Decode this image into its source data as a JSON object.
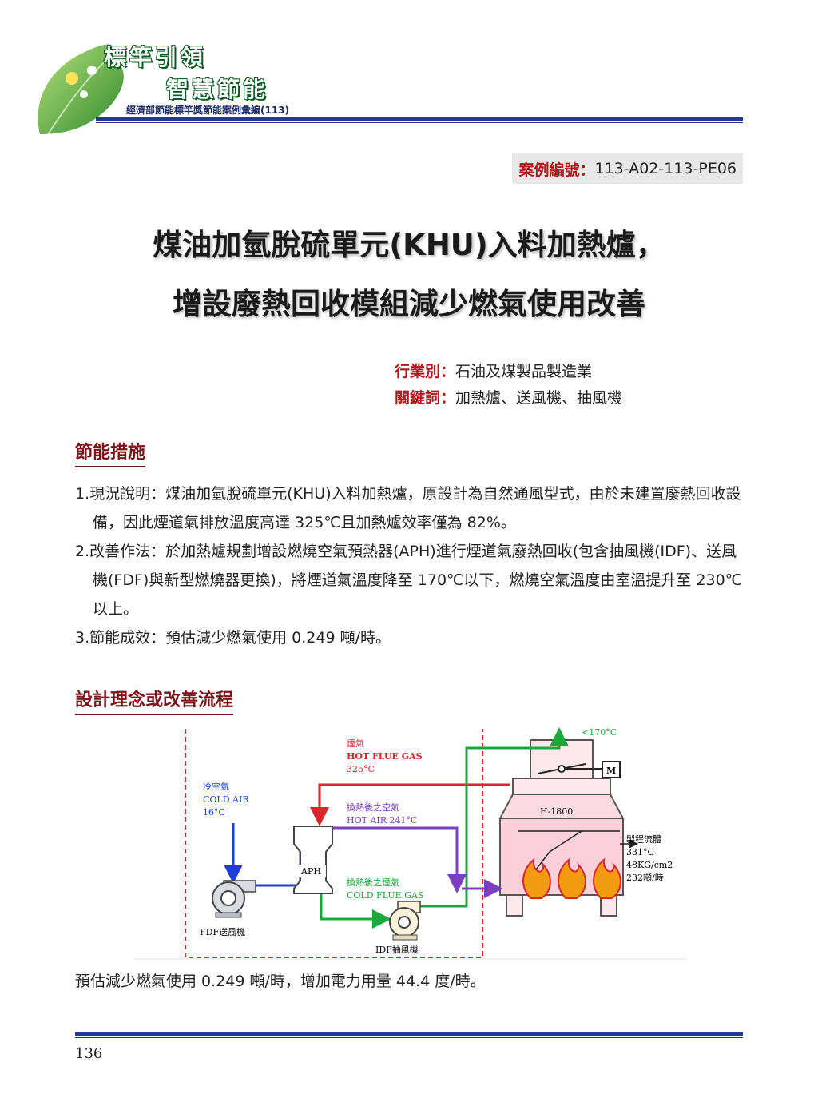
{
  "header": {
    "logo_line1": "標竿引領",
    "logo_line2": "智慧節能",
    "subtitle": "經濟部節能標竿獎節能案例彙編(113)"
  },
  "case": {
    "label": "案例編號：",
    "value": "113-A02-113-PE06"
  },
  "title": {
    "line1": "煤油加氫脫硫單元(KHU)入料加熱爐，",
    "line2": "增設廢熱回收模組減少燃氣使用改善"
  },
  "meta": {
    "industry_label": "行業別：",
    "industry_value": "石油及煤製品製造業",
    "keywords_label": "關鍵詞：",
    "keywords_value": "加熱爐、送風機、抽風機"
  },
  "section1": {
    "heading": "節能措施",
    "items": [
      "1.現況說明：煤油加氫脫硫單元(KHU)入料加熱爐，原設計為自然通風型式，由於未建置廢熱回收設備，因此煙道氣排放溫度高達 325℃且加熱爐效率僅為 82%。",
      "2.改善作法：於加熱爐規劃增設燃燒空氣預熱器(APH)進行煙道氣廢熱回收(包含抽風機(IDF)、送風機(FDF)與新型燃燒器更換)，將煙道氣溫度降至 170℃以下，燃燒空氣溫度由室溫提升至 230℃以上。",
      "3.節能成效：預估減少燃氣使用 0.249 噸/時。"
    ]
  },
  "section2": {
    "heading": "設計理念或改善流程"
  },
  "diagram": {
    "exhaust_temp": "<170°C",
    "flue_gas_zh": "煙氣",
    "flue_gas_en": "HOT FLUE GAS",
    "flue_gas_temp": "325°C",
    "cold_air_zh": "冷空氣",
    "cold_air_en": "COLD AIR",
    "cold_air_temp": "16°C",
    "hot_air_zh": "換熱後之空氣",
    "hot_air_en": "HOT AIR 241°C",
    "cold_flue_zh": "換熱後之煙氣",
    "cold_flue_en": "COLD FLUE GAS",
    "aph": "APH",
    "motor": "M",
    "heater": "H-1800",
    "process_zh": "製程流體",
    "process_temp": "331°C",
    "process_pressure": "48KG/cm2",
    "process_flow": "232噸/時",
    "fdf": "FDF送風機",
    "idf": "IDF抽風機"
  },
  "caption": "預估減少燃氣使用 0.249 噸/時，增加電力用量 44.4 度/時。",
  "page_number": "136",
  "colors": {
    "accent_red": "#b0181f",
    "section_red": "#7a1418",
    "rule_blue": "#1f3b8c",
    "flow_red": "#d8262c",
    "flow_blue": "#1a3fd6",
    "flow_green": "#1aa83a",
    "flow_purple": "#7b3fc0"
  }
}
